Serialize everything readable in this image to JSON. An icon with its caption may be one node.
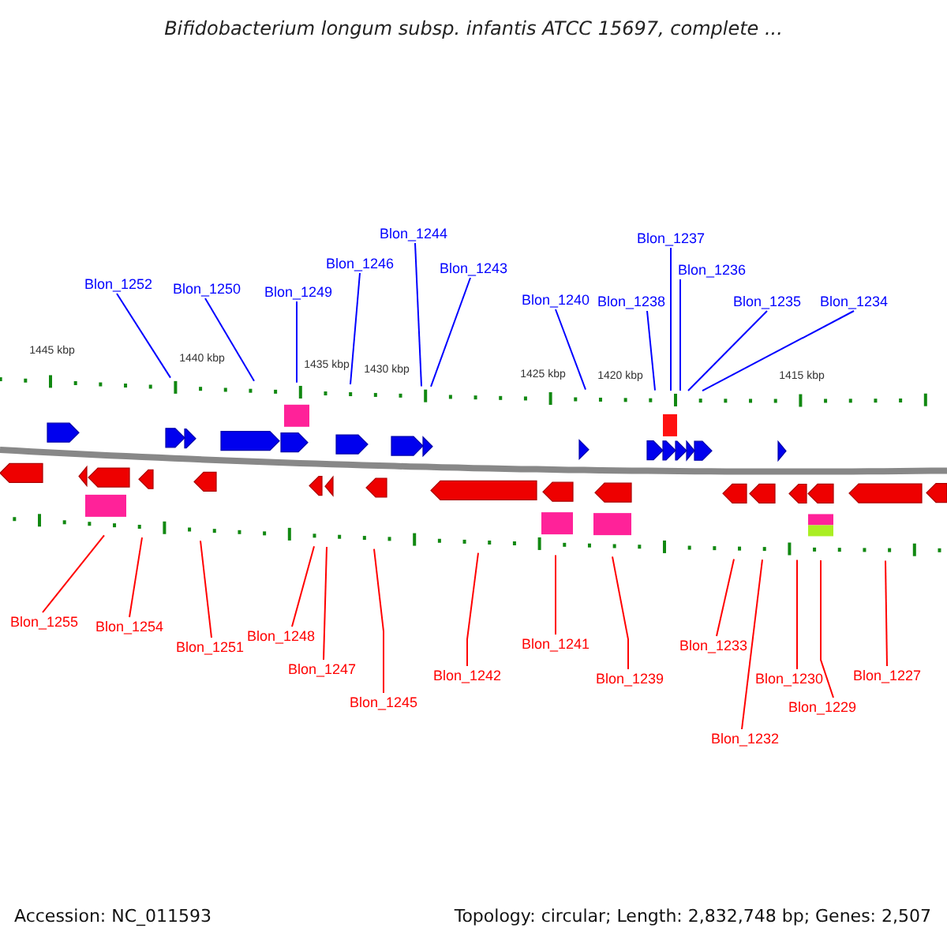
{
  "diagram": {
    "title": "Bifidobacterium longum subsp. infantis ATCC 15697, complete ...",
    "nodes": [
      {
        "text": [
          "Blon_1252"
        ]
      },
      {
        "text": [
          "Blon_1250"
        ]
      },
      {
        "text": [
          "Blon_1249"
        ]
      },
      {
        "text": [
          "Blon_1246"
        ]
      },
      {
        "text": [
          "Blon_1244"
        ]
      },
      {
        "text": [
          "Blon_1243"
        ]
      },
      {
        "text": [
          "Blon_1240"
        ]
      },
      {
        "text": [
          "Blon_1238"
        ]
      },
      {
        "text": [
          "Blon_1237"
        ]
      },
      {
        "text": [
          "Blon_1236"
        ]
      },
      {
        "text": [
          "Blon_1235"
        ]
      },
      {
        "text": [
          "Blon_1234"
        ]
      },
      {
        "text": [
          "Blon_1255"
        ]
      },
      {
        "text": [
          "Blon_1254"
        ]
      },
      {
        "text": [
          "Blon_1251"
        ]
      },
      {
        "text": [
          "Blon_1248"
        ]
      },
      {
        "text": [
          "Blon_1247"
        ]
      },
      {
        "text": [
          "Blon_1245"
        ]
      },
      {
        "text": [
          "Blon_1242"
        ]
      },
      {
        "text": [
          "Blon_1241"
        ]
      },
      {
        "text": [
          "Blon_1239"
        ]
      },
      {
        "text": [
          "Blon_1233"
        ]
      },
      {
        "text": [
          "Blon_1232"
        ]
      },
      {
        "text": [
          "Blon_1230"
        ]
      },
      {
        "text": [
          "Blon_1229"
        ]
      },
      {
        "text": [
          "Blon_1227"
        ]
      }
    ],
    "edges": [
      {
        "from": 0,
        "to": null,
        "arrow": "none",
        "color": "#0000ff"
      },
      {
        "from": 1,
        "to": null,
        "arrow": "none",
        "color": "#0000ff"
      },
      {
        "from": 2,
        "to": null,
        "arrow": "none",
        "color": "#0000ff"
      },
      {
        "from": 3,
        "to": null,
        "arrow": "none",
        "color": "#0000ff"
      },
      {
        "from": 4,
        "to": null,
        "arrow": "none",
        "color": "#0000ff"
      },
      {
        "from": 5,
        "to": null,
        "arrow": "none",
        "color": "#0000ff"
      },
      {
        "from": 6,
        "to": null,
        "arrow": "none",
        "color": "#0000ff"
      },
      {
        "from": 7,
        "to": null,
        "arrow": "none",
        "color": "#0000ff"
      },
      {
        "from": 8,
        "to": null,
        "arrow": "none",
        "color": "#0000ff"
      },
      {
        "from": 9,
        "to": null,
        "arrow": "none",
        "color": "#0000ff"
      },
      {
        "from": 10,
        "to": null,
        "arrow": "none",
        "color": "#0000ff"
      },
      {
        "from": 11,
        "to": null,
        "arrow": "none",
        "color": "#0000ff"
      },
      {
        "from": 12,
        "to": null,
        "arrow": "none"
      },
      {
        "from": 13,
        "to": null,
        "arrow": "none"
      },
      {
        "from": 14,
        "to": null,
        "arrow": "none"
      },
      {
        "from": 15,
        "to": null,
        "arrow": "none"
      },
      {
        "from": 16,
        "to": null,
        "arrow": "none"
      },
      {
        "from": 17,
        "to": null,
        "arrow": "none"
      },
      {
        "from": 18,
        "to": null,
        "arrow": "none"
      },
      {
        "from": 19,
        "to": null,
        "arrow": "none"
      },
      {
        "from": 20,
        "to": null,
        "arrow": "none"
      },
      {
        "from": 21,
        "to": null,
        "arrow": "none"
      },
      {
        "from": 22,
        "to": null,
        "arrow": "none"
      },
      {
        "from": 23,
        "to": null,
        "arrow": "none"
      },
      {
        "from": 24,
        "to": null,
        "arrow": "none"
      },
      {
        "from": 25,
        "to": null,
        "arrow": "none"
      }
    ],
    "labels": [
      "1445 kbp",
      "1440 kbp",
      "1435 kbp",
      "1430 kbp",
      "1425 kbp",
      "1420 kbp",
      "1415 kbp",
      "Accession: NC_011593",
      "Topology: circular; Length: 2,832,748 bp; Genes: 2,507"
    ]
  }
}
